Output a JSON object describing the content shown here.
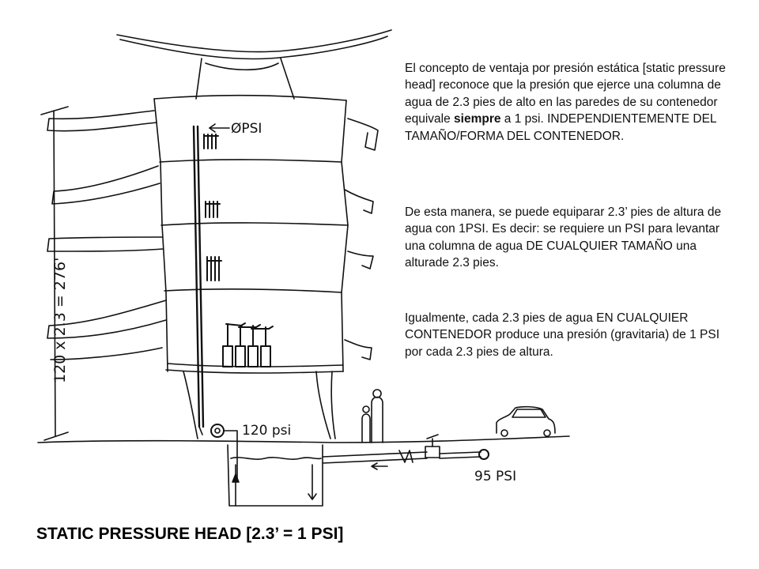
{
  "paragraphs": {
    "p1_pre": "El concepto de ventaja por presión estática [static pressure head] reconoce que la presión  que ejerce una columna de agua de 2.3 pies de alto en las paredes de su contenedor equivale ",
    "p1_bold": "siempre",
    "p1_post": " a 1 psi. INDEPENDIENTEMENTE DEL TAMAÑO/FORMA DEL CONTENEDOR.",
    "p2": "De esta manera, se puede equiparar 2.3’  pies de altura de agua con 1PSI. Es decir: se requiere un PSI para levantar una columna de agua DE CUALQUIER TAMAÑO una alturade 2.3 pies.",
    "p3": "Igualmente, cada 2.3 pies de agua EN CUALQUIER CONTENEDOR produce una presión (gravitaria) de 1 PSI por cada 2.3 pies de altura."
  },
  "sketch_labels": {
    "top_pressure": "ØPSI",
    "pump_pressure": "120 psi",
    "street_pressure": "95 PSI",
    "height_dimension": "120 x 2.3 = 276'"
  },
  "caption": "STATIC PRESSURE HEAD [2.3’ = 1 PSI]"
}
